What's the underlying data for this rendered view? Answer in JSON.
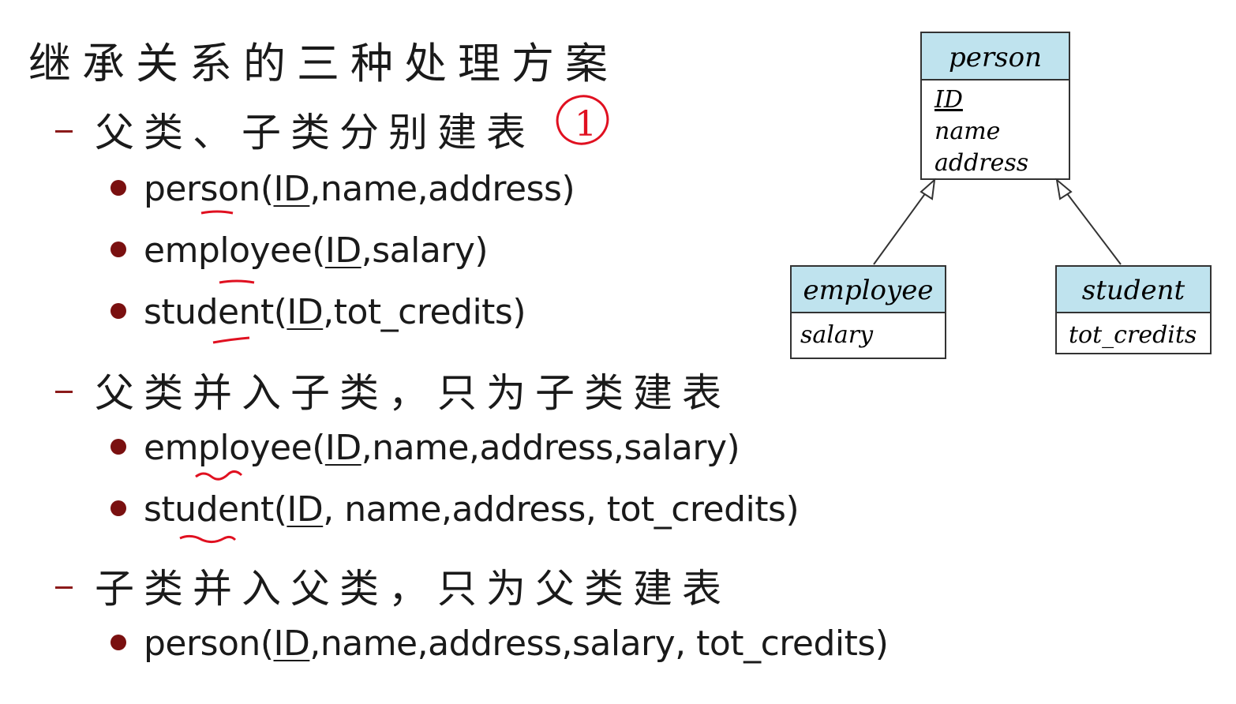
{
  "title": "继承关系的三种处理方案",
  "sections": [
    {
      "heading": "父类、子类分别建表",
      "annotation": "1",
      "items": [
        {
          "name": "person",
          "open": "(",
          "key": "ID",
          "rest": ",name,address)"
        },
        {
          "name": "employee",
          "open": "(",
          "key": "ID",
          "rest": ",salary)"
        },
        {
          "name": "student",
          "open": "(",
          "key": "ID",
          "rest": ",tot_credits)"
        }
      ]
    },
    {
      "heading": "父类并入子类，只为子类建表",
      "items": [
        {
          "name": "employee",
          "open": "(",
          "key": "ID",
          "rest": ",name,address,salary)"
        },
        {
          "name": "student",
          "open": "(",
          "key": "ID",
          "rest": ", name,address, tot_credits)"
        }
      ]
    },
    {
      "heading": "子类并入父类，只为父类建表",
      "items": [
        {
          "name": "person",
          "open": "(",
          "key": "ID",
          "rest": ",name,address,salary, tot_credits)"
        }
      ]
    }
  ],
  "diagram": {
    "parent": {
      "name": "person",
      "attrs": [
        "ID",
        "name",
        "address"
      ]
    },
    "children": [
      {
        "name": "employee",
        "attrs": [
          "salary"
        ]
      },
      {
        "name": "student",
        "attrs": [
          "tot_credits"
        ]
      }
    ]
  },
  "colors": {
    "header_fill": "#bfe3ee",
    "bullet": "#7a1010",
    "annotation": "#e01020"
  }
}
